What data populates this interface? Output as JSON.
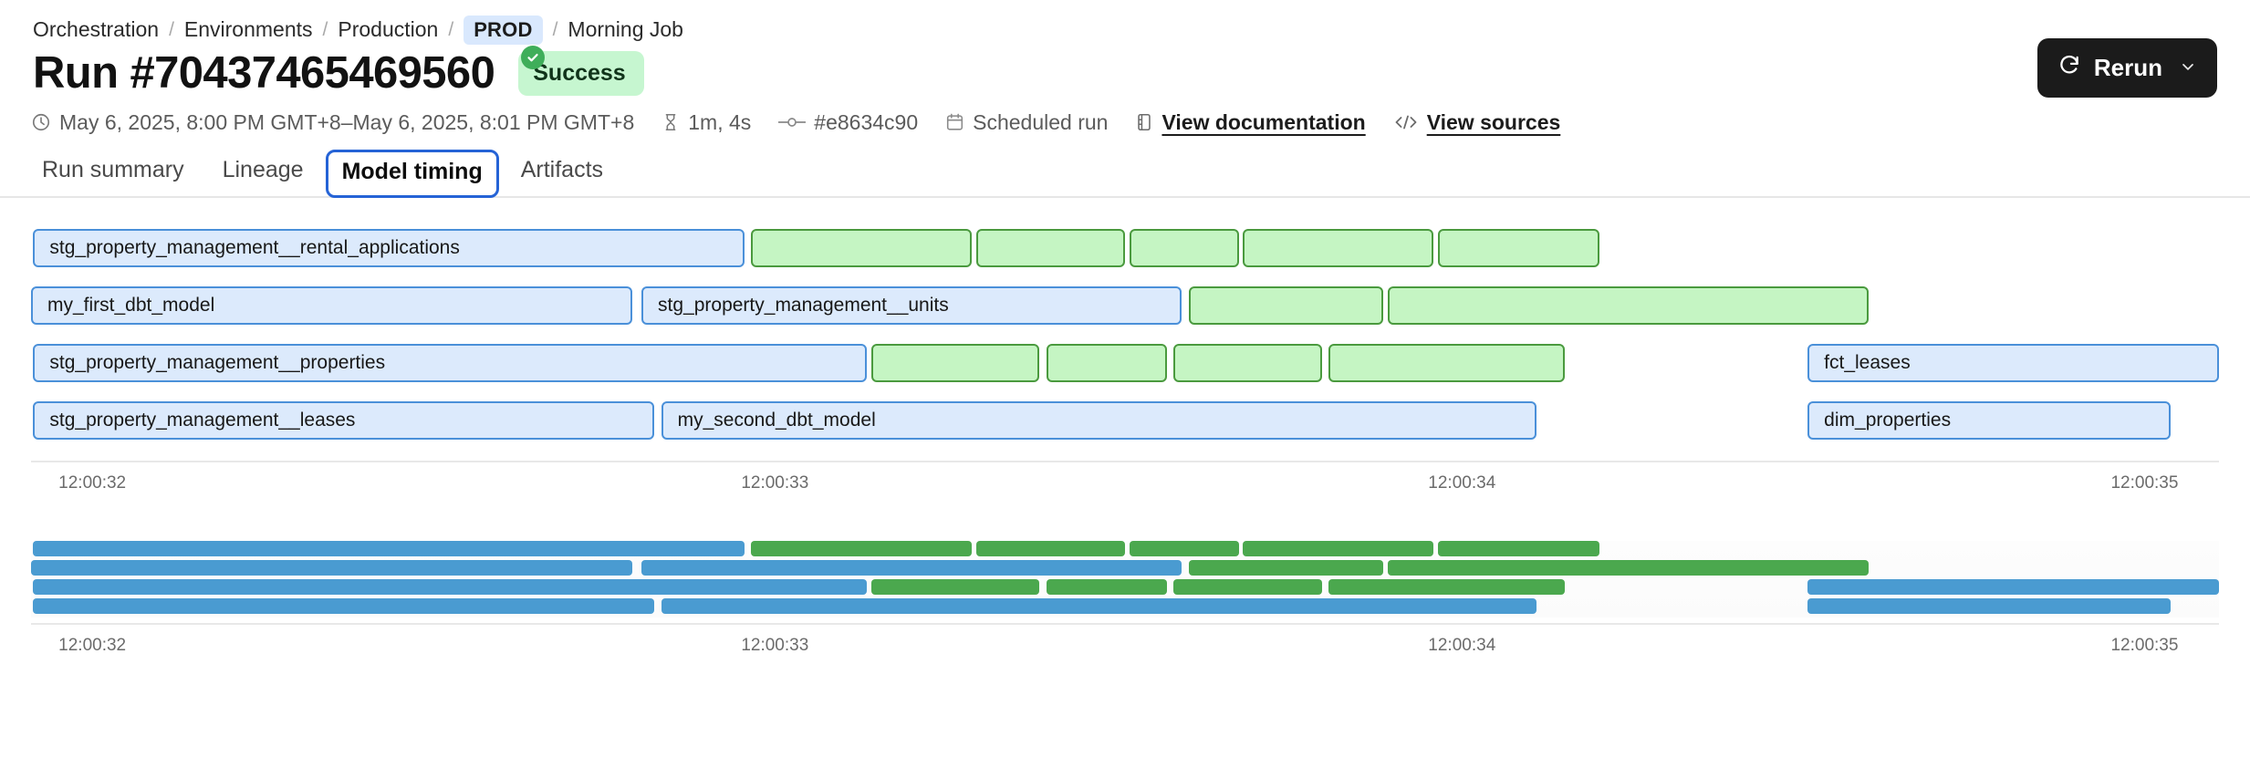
{
  "breadcrumb": {
    "items": [
      {
        "label": "Orchestration",
        "type": "link"
      },
      {
        "label": "Environments",
        "type": "link"
      },
      {
        "label": "Production",
        "type": "link"
      },
      {
        "label": "PROD",
        "type": "badge"
      },
      {
        "label": "Morning Job",
        "type": "link"
      }
    ],
    "separator": "/"
  },
  "header": {
    "title": "Run #70437465469560",
    "status": "Success",
    "status_color": "#c6f6d0",
    "rerun_label": "Rerun"
  },
  "meta": {
    "timerange": "May 6, 2025, 8:00 PM GMT+8–May 6, 2025, 8:01 PM GMT+8",
    "duration": "1m, 4s",
    "commit": "#e8634c90",
    "trigger": "Scheduled run",
    "docs_link": "View documentation",
    "sources_link": "View sources"
  },
  "tabs": [
    {
      "label": "Run summary",
      "active": false
    },
    {
      "label": "Lineage",
      "active": false
    },
    {
      "label": "Model timing",
      "active": true
    },
    {
      "label": "Artifacts",
      "active": false
    }
  ],
  "chart_data": {
    "type": "bar",
    "title": "Model timing",
    "xlabel": "",
    "ylabel": "",
    "grid": false,
    "legend": null,
    "axis_ticks": [
      "12:00:32",
      "12:00:33",
      "12:00:34",
      "12:00:35"
    ],
    "axis_tick_pct": [
      2.8,
      34.0,
      65.4,
      96.6
    ],
    "colors": {
      "model_fill": "#dceafc",
      "model_border": "#4a90d9",
      "test_fill": "#c5f5c3",
      "test_border": "#4a9a3e",
      "minimap_model": "#4a9bd1",
      "minimap_test": "#4ba84e"
    },
    "rows": [
      {
        "index": 0,
        "bars": [
          {
            "label": "stg_property_management__rental_applications",
            "kind": "model",
            "left_pct": 0.1,
            "width_pct": 32.5
          },
          {
            "label": "",
            "kind": "test",
            "left_pct": 32.9,
            "width_pct": 10.1
          },
          {
            "label": "",
            "kind": "test",
            "left_pct": 43.2,
            "width_pct": 6.8
          },
          {
            "label": "",
            "kind": "test",
            "left_pct": 50.2,
            "width_pct": 5.0
          },
          {
            "label": "",
            "kind": "test",
            "left_pct": 55.4,
            "width_pct": 8.7
          },
          {
            "label": "",
            "kind": "test",
            "left_pct": 64.3,
            "width_pct": 7.4
          }
        ]
      },
      {
        "index": 1,
        "bars": [
          {
            "label": "my_first_dbt_model",
            "kind": "model",
            "left_pct": 0.0,
            "width_pct": 27.5
          },
          {
            "label": "stg_property_management__units",
            "kind": "model",
            "left_pct": 27.9,
            "width_pct": 24.7
          },
          {
            "label": "",
            "kind": "test",
            "left_pct": 52.9,
            "width_pct": 8.9
          },
          {
            "label": "",
            "kind": "test",
            "left_pct": 62.0,
            "width_pct": 22.0
          }
        ]
      },
      {
        "index": 2,
        "bars": [
          {
            "label": "stg_property_management__properties",
            "kind": "model",
            "left_pct": 0.1,
            "width_pct": 38.1
          },
          {
            "label": "",
            "kind": "test",
            "left_pct": 38.4,
            "width_pct": 7.7
          },
          {
            "label": "",
            "kind": "test",
            "left_pct": 46.4,
            "width_pct": 5.5
          },
          {
            "label": "",
            "kind": "test",
            "left_pct": 52.2,
            "width_pct": 6.8
          },
          {
            "label": "",
            "kind": "test",
            "left_pct": 59.3,
            "width_pct": 10.8
          },
          {
            "label": "fct_leases",
            "kind": "model",
            "left_pct": 81.2,
            "width_pct": 18.8
          }
        ]
      },
      {
        "index": 3,
        "bars": [
          {
            "label": "stg_property_management__leases",
            "kind": "model",
            "left_pct": 0.1,
            "width_pct": 28.4
          },
          {
            "label": "my_second_dbt_model",
            "kind": "model",
            "left_pct": 28.8,
            "width_pct": 40.0
          },
          {
            "label": "dim_properties",
            "kind": "model",
            "left_pct": 81.2,
            "width_pct": 16.6
          }
        ]
      }
    ],
    "minimap_rows": [
      {
        "index": 0,
        "bars": [
          {
            "kind": "model",
            "left_pct": 0.1,
            "width_pct": 32.5
          },
          {
            "kind": "test",
            "left_pct": 32.9,
            "width_pct": 10.1
          },
          {
            "kind": "test",
            "left_pct": 43.2,
            "width_pct": 6.8
          },
          {
            "kind": "test",
            "left_pct": 50.2,
            "width_pct": 5.0
          },
          {
            "kind": "test",
            "left_pct": 55.4,
            "width_pct": 8.7
          },
          {
            "kind": "test",
            "left_pct": 64.3,
            "width_pct": 7.4
          }
        ]
      },
      {
        "index": 1,
        "bars": [
          {
            "kind": "model",
            "left_pct": 0.0,
            "width_pct": 27.5
          },
          {
            "kind": "model",
            "left_pct": 27.9,
            "width_pct": 24.7
          },
          {
            "kind": "test",
            "left_pct": 52.9,
            "width_pct": 8.9
          },
          {
            "kind": "test",
            "left_pct": 62.0,
            "width_pct": 22.0
          }
        ]
      },
      {
        "index": 2,
        "bars": [
          {
            "kind": "model",
            "left_pct": 0.1,
            "width_pct": 38.1
          },
          {
            "kind": "test",
            "left_pct": 38.4,
            "width_pct": 7.7
          },
          {
            "kind": "test",
            "left_pct": 46.4,
            "width_pct": 5.5
          },
          {
            "kind": "test",
            "left_pct": 52.2,
            "width_pct": 6.8
          },
          {
            "kind": "test",
            "left_pct": 59.3,
            "width_pct": 10.8
          },
          {
            "kind": "model",
            "left_pct": 81.2,
            "width_pct": 18.8
          }
        ]
      },
      {
        "index": 3,
        "bars": [
          {
            "kind": "model",
            "left_pct": 0.1,
            "width_pct": 28.4
          },
          {
            "kind": "model",
            "left_pct": 28.8,
            "width_pct": 40.0
          },
          {
            "kind": "model",
            "left_pct": 81.2,
            "width_pct": 16.6
          }
        ]
      }
    ],
    "minimap_axis_ticks": [
      "12:00:32",
      "12:00:33",
      "12:00:34",
      "12:00:35"
    ]
  }
}
